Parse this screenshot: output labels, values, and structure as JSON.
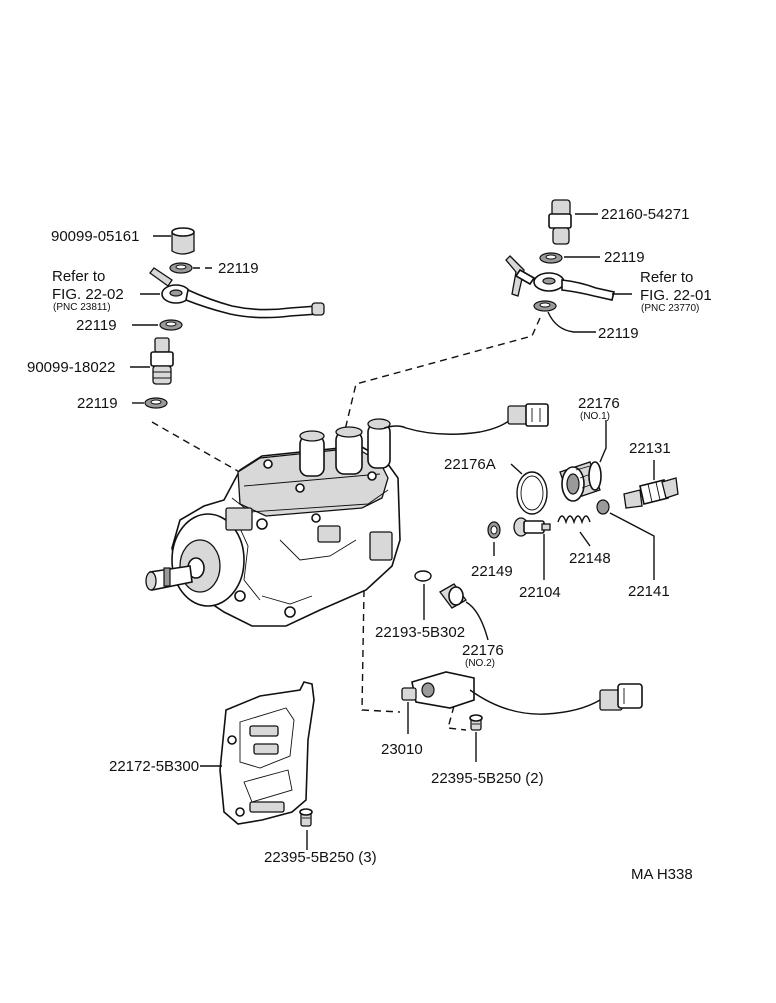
{
  "labels": {
    "p90099_05161": "90099-05161",
    "p22119_a": "22119",
    "refer_left_1": "Refer to",
    "refer_left_2": "FIG. 22-02",
    "refer_left_3": "(PNC 23811)",
    "p22119_b": "22119",
    "p90099_18022": "90099-18022",
    "p22119_c": "22119",
    "p22160_54271": "22160-54271",
    "p22119_d": "22119",
    "refer_right_1": "Refer to",
    "refer_right_2": "FIG. 22-01",
    "refer_right_3": "(PNC 23770)",
    "p22119_e": "22119",
    "p22176_no1": "22176",
    "p22176_no1_sub": "(NO.1)",
    "p22176A": "22176A",
    "p22131": "22131",
    "p22149": "22149",
    "p22148": "22148",
    "p22104": "22104",
    "p22141": "22141",
    "p22193_5B302": "22193-5B302",
    "p22176_no2": "22176",
    "p22176_no2_sub": "(NO.2)",
    "p23010": "23010",
    "p22395_5B250_2": "22395-5B250 (2)",
    "p22172_5B300": "22172-5B300",
    "p22395_5B250_3": "22395-5B250 (3)",
    "figure_code": "MA  H338"
  }
}
